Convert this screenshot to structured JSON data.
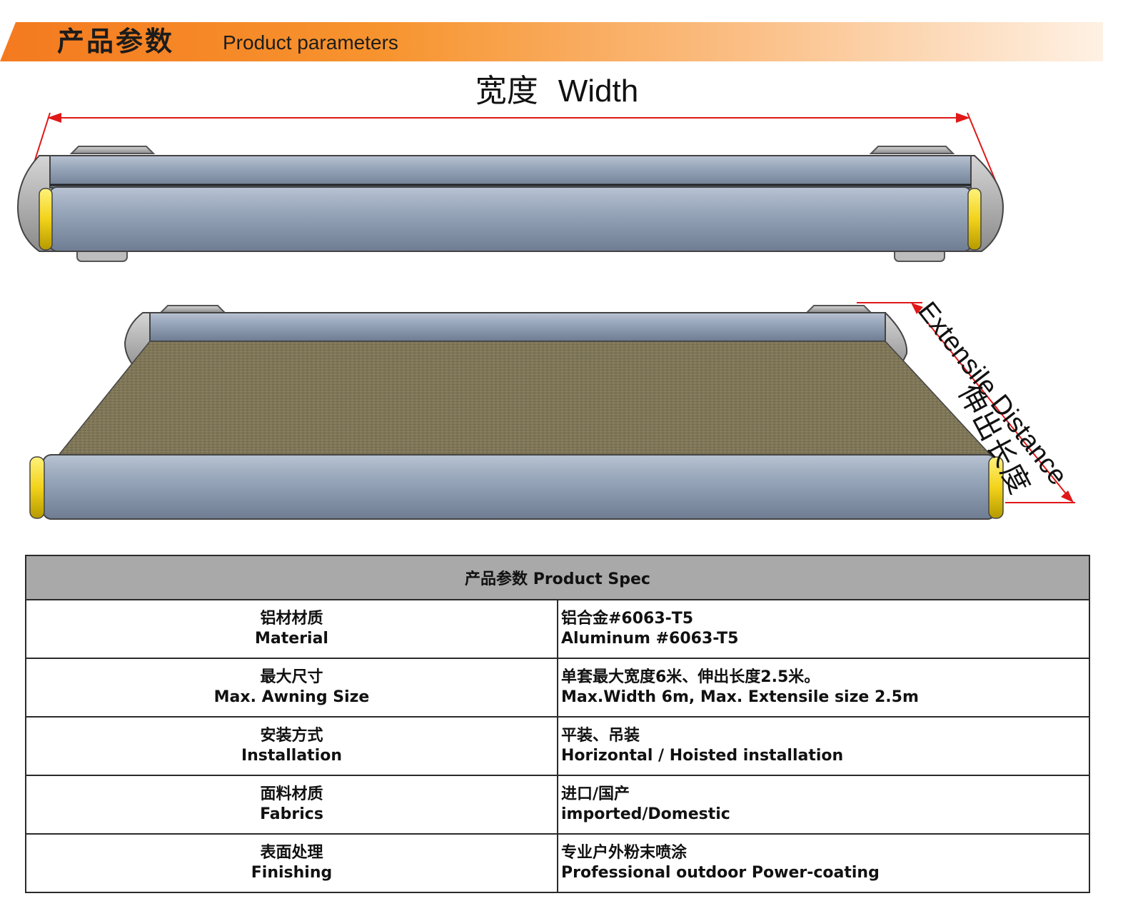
{
  "header": {
    "title_cn": "产品参数",
    "title_en": "Product parameters"
  },
  "diagram": {
    "width_cn": "宽度",
    "width_en": "Width",
    "extensile_cn": "伸出长度",
    "extensile_en": "Extensile Distance"
  },
  "spec_table": {
    "title": "产品参数  Product Spec",
    "rows": [
      {
        "label_cn": "铝材材质",
        "label_en": "Material",
        "value_cn": "铝合金#6063-T5",
        "value_en": "Aluminum #6063-T5"
      },
      {
        "label_cn": "最大尺寸",
        "label_en": "Max. Awning Size",
        "value_cn": "单套最大宽度6米、伸出长度2.5米。",
        "value_en": "Max.Width 6m, Max. Extensile size 2.5m"
      },
      {
        "label_cn": "安装方式",
        "label_en": "Installation",
        "value_cn": "平装、吊装",
        "value_en": "Horizontal / Hoisted installation"
      },
      {
        "label_cn": "面料材质",
        "label_en": "Fabrics",
        "value_cn": "进口/国产",
        "value_en": "imported/Domestic"
      },
      {
        "label_cn": "表面处理",
        "label_en": "Finishing",
        "value_cn": "专业户外粉末喷涂",
        "value_en": "Professional outdoor Power-coating"
      }
    ]
  },
  "colors": {
    "banner_orange": "#f47a1f",
    "awning_blue_gray": "#8d9bb1",
    "end_cap_yellow": "#f2d21a",
    "fabric_khaki": "#7f7658",
    "dimension_red": "#e01818",
    "table_header_gray": "#a9a9a9"
  }
}
